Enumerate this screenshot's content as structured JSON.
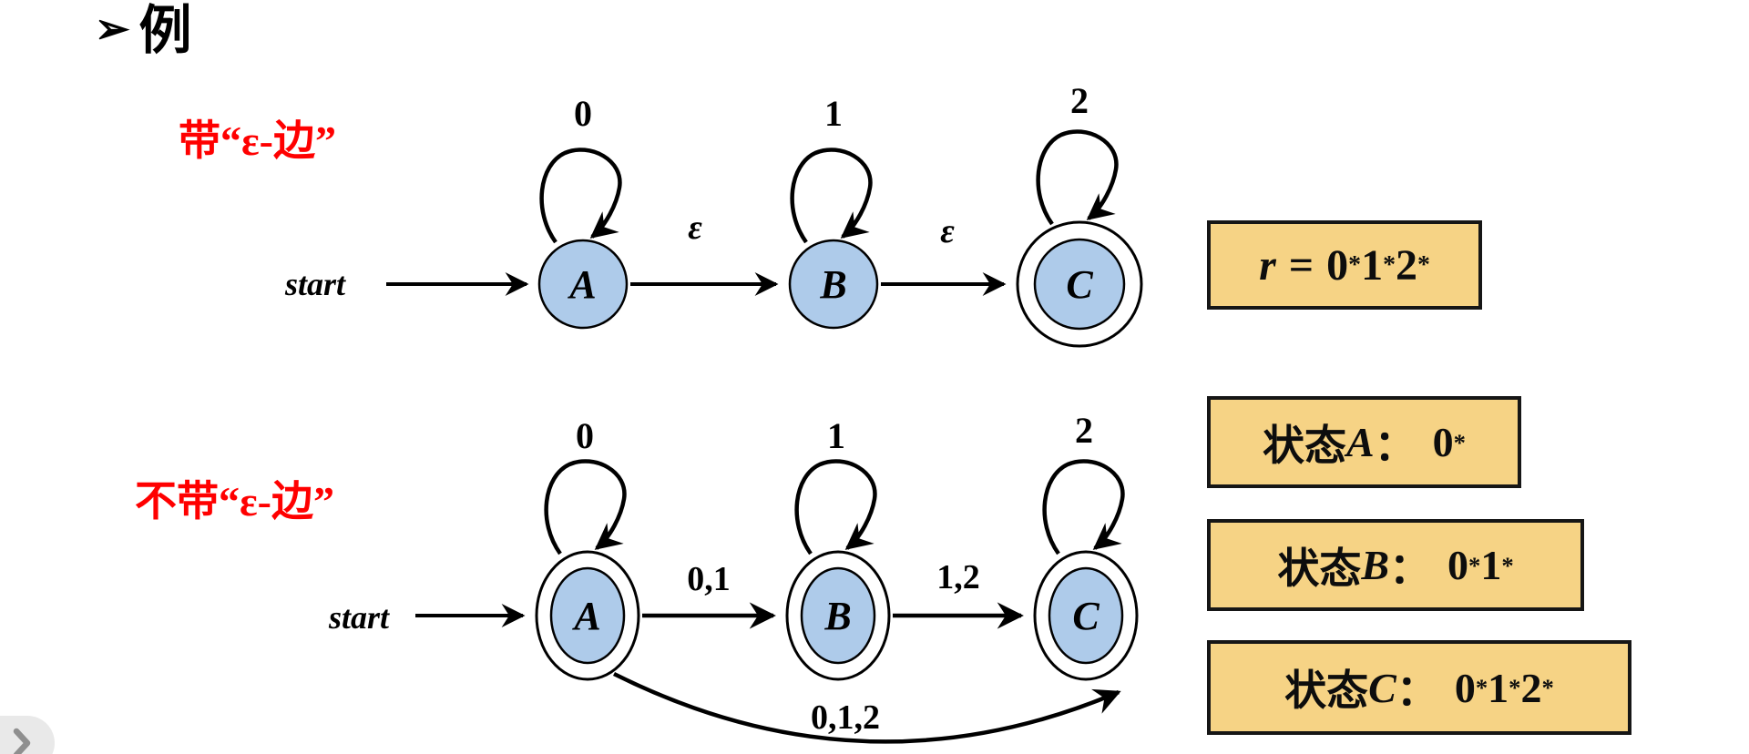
{
  "slide": {
    "bullet_glyph": "➢",
    "title": "例"
  },
  "colors": {
    "state_fill": "#AECBEA",
    "box_fill": "#F6D385",
    "label_red": "#FF0000",
    "stroke": "#000000"
  },
  "top_diagram": {
    "label": "带“ε-边”",
    "start_label": "start",
    "states": [
      {
        "name": "A",
        "accepting": false
      },
      {
        "name": "B",
        "accepting": false
      },
      {
        "name": "C",
        "accepting": true
      }
    ],
    "self_loops": [
      {
        "state": "A",
        "label": "0"
      },
      {
        "state": "B",
        "label": "1"
      },
      {
        "state": "C",
        "label": "2"
      }
    ],
    "transitions": [
      {
        "from": "A",
        "to": "B",
        "label": "ε"
      },
      {
        "from": "B",
        "to": "C",
        "label": "ε"
      }
    ]
  },
  "bottom_diagram": {
    "label": "不带“ε-边”",
    "start_label": "start",
    "states": [
      {
        "name": "A",
        "accepting": true
      },
      {
        "name": "B",
        "accepting": true
      },
      {
        "name": "C",
        "accepting": true
      }
    ],
    "self_loops": [
      {
        "state": "A",
        "label": "0"
      },
      {
        "state": "B",
        "label": "1"
      },
      {
        "state": "C",
        "label": "2"
      }
    ],
    "transitions": [
      {
        "from": "A",
        "to": "B",
        "label": "0,1"
      },
      {
        "from": "B",
        "to": "C",
        "label": "1,2"
      },
      {
        "from": "A",
        "to": "C",
        "label": "0,1,2"
      }
    ]
  },
  "regex_box": {
    "lhs": "r",
    "eq": "=",
    "expr": [
      {
        "base": "0",
        "star": "*"
      },
      {
        "base": "1",
        "star": "*"
      },
      {
        "base": "2",
        "star": "*"
      }
    ]
  },
  "state_boxes": [
    {
      "prefix": "状态",
      "state": "A",
      "colon": "：",
      "expr": [
        {
          "base": "0",
          "star": "*"
        }
      ]
    },
    {
      "prefix": "状态",
      "state": "B",
      "colon": "：",
      "expr": [
        {
          "base": "0",
          "star": "*"
        },
        {
          "base": "1",
          "star": "*"
        }
      ]
    },
    {
      "prefix": "状态",
      "state": "C",
      "colon": "：",
      "expr": [
        {
          "base": "0",
          "star": "*"
        },
        {
          "base": "1",
          "star": "*"
        },
        {
          "base": "2",
          "star": "*"
        }
      ]
    }
  ]
}
